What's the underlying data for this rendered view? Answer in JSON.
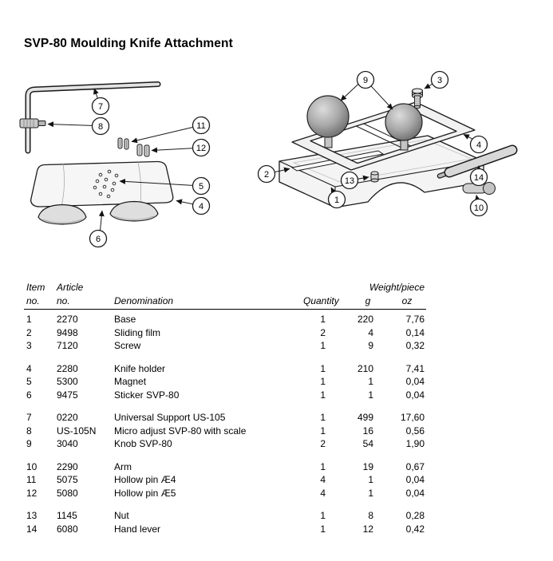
{
  "page": {
    "title": "SVP-80 Moulding Knife Attachment"
  },
  "diagrams": {
    "left": {
      "label": "universal support and knife holder underside",
      "callouts": [
        "7",
        "8",
        "11",
        "12",
        "5",
        "4",
        "6"
      ]
    },
    "right": {
      "label": "knife holder assembly exploded view",
      "callouts": [
        "9",
        "3",
        "4",
        "14",
        "2",
        "13",
        "1",
        "10"
      ]
    }
  },
  "table": {
    "headers": {
      "item_line1": "Item",
      "item_line2": "no.",
      "article_line1": "Article",
      "article_line2": "no.",
      "denomination": "Denomination",
      "quantity": "Quantity",
      "weight": "Weight/piece",
      "g": "g",
      "oz": "oz"
    },
    "rows": [
      {
        "item": "1",
        "article": "2270",
        "denomination": "Base",
        "quantity": "1",
        "g": "220",
        "oz": "7,76"
      },
      {
        "item": "2",
        "article": "9498",
        "denomination": "Sliding film",
        "quantity": "2",
        "g": "4",
        "oz": "0,14"
      },
      {
        "item": "3",
        "article": "7120",
        "denomination": "Screw",
        "quantity": "1",
        "g": "9",
        "oz": "0,32"
      },
      {
        "item": "4",
        "article": "2280",
        "denomination": "Knife holder",
        "quantity": "1",
        "g": "210",
        "oz": "7,41"
      },
      {
        "item": "5",
        "article": "5300",
        "denomination": "Magnet",
        "quantity": "1",
        "g": "1",
        "oz": "0,04"
      },
      {
        "item": "6",
        "article": "9475",
        "denomination": "Sticker SVP-80",
        "quantity": "1",
        "g": "1",
        "oz": "0,04"
      },
      {
        "item": "7",
        "article": "0220",
        "denomination": "Universal Support US-105",
        "quantity": "1",
        "g": "499",
        "oz": "17,60"
      },
      {
        "item": "8",
        "article": "US-105N",
        "denomination": "Micro adjust SVP-80 with scale",
        "quantity": "1",
        "g": "16",
        "oz": "0,56"
      },
      {
        "item": "9",
        "article": "3040",
        "denomination": "Knob SVP-80",
        "quantity": "2",
        "g": "54",
        "oz": "1,90"
      },
      {
        "item": "10",
        "article": "2290",
        "denomination": "Arm",
        "quantity": "1",
        "g": "19",
        "oz": "0,67"
      },
      {
        "item": "11",
        "article": "5075",
        "denomination": "Hollow pin Æ4",
        "quantity": "4",
        "g": "1",
        "oz": "0,04"
      },
      {
        "item": "12",
        "article": "5080",
        "denomination": "Hollow pin Æ5",
        "quantity": "4",
        "g": "1",
        "oz": "0,04"
      },
      {
        "item": "13",
        "article": "1145",
        "denomination": "Nut",
        "quantity": "1",
        "g": "8",
        "oz": "0,28"
      },
      {
        "item": "14",
        "article": "6080",
        "denomination": "Hand lever",
        "quantity": "1",
        "g": "12",
        "oz": "0,42"
      }
    ]
  }
}
